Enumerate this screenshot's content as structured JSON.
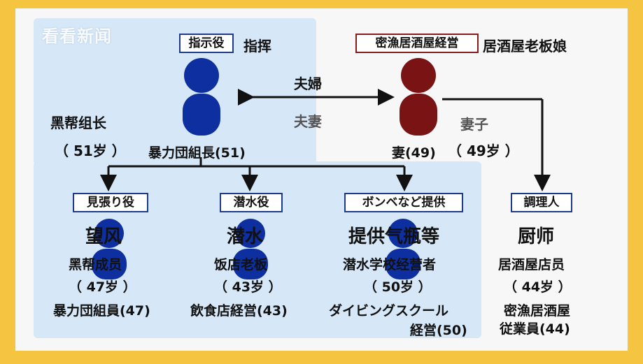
{
  "watermark": "看看新闻",
  "leader": {
    "role_jp": "指示役",
    "role_cn": "指挥",
    "title_cn": "黑帮组长",
    "age_cn": "（ 51岁 ）",
    "name_jp": "暴力団組長(51)"
  },
  "relation": {
    "label_top": "夫婦",
    "label_bottom": "夫妻"
  },
  "wife": {
    "role_jp": "密漁居酒屋経営",
    "role_cn": "居酒屋老板娘",
    "title_cn": "妻子",
    "name_jp": "妻(49)",
    "age_cn": "（ 49岁 ）"
  },
  "lookout": {
    "role_jp": "見張り役",
    "role_cn": "望风",
    "title_cn": "黑帮成员",
    "age_cn": "（ 47岁 ）",
    "name_jp": "暴力団組員(47)"
  },
  "diver": {
    "role_jp": "潜水役",
    "role_cn": "潜水",
    "title_cn": "饭店老板",
    "age_cn": "（ 43岁 ）",
    "name_jp": "飲食店経営(43)"
  },
  "supplier": {
    "role_jp": "ボンベなど提供",
    "role_cn": "提供气瓶等",
    "title_cn": "潜水学校经营者",
    "age_cn": "（ 50岁 ）",
    "name_jp_1": "ダイビングスクール",
    "name_jp_2": "経営(50)"
  },
  "cook": {
    "role_jp": "調理人",
    "role_cn": "厨师",
    "title_cn": "居酒屋店员",
    "age_cn": "（ 44岁 ）",
    "name_jp_1": "密漁居酒屋",
    "name_jp_2": "従業員(44)"
  },
  "colors": {
    "frame": "#f5c542",
    "panel": "#f7f7f7",
    "blue_bg": "#d6e7f7",
    "member_blue": "#0d2fa0",
    "wife_red": "#7a1414"
  }
}
